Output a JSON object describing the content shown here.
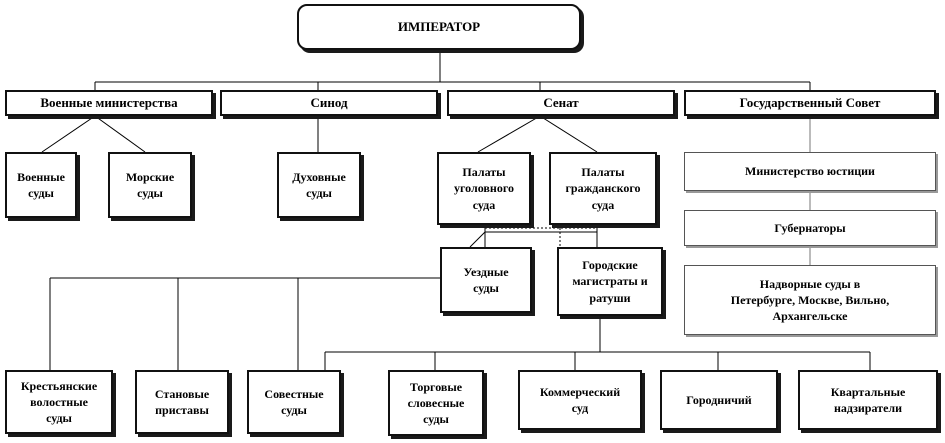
{
  "diagram": {
    "emperor": "ИМПЕРАТОР",
    "military_ministries": "Военные  министерства",
    "synod": "Синод",
    "senate": "Сенат",
    "state_council": "Государственный  Совет",
    "military_courts": "Военные\nсуды",
    "naval_courts": "Морские\nсуды",
    "spiritual_courts": "Духовные\nсуды",
    "criminal_chamber": "Палаты\nуголовного\nсуда",
    "civil_chamber": "Палаты\nгражданского\nсуда",
    "ministry_justice": "Министерство юстиции",
    "governors": "Губернаторы",
    "upper_courts": "Надворные суды в\nПетербурге,  Москве, Вильно,\nАрхангельске",
    "district_courts": "Уездные\nсуды",
    "city_magistrates": "Городские\nмагистраты и\nратуши",
    "peasant_courts": "Крестьянские\nволостные\nсуды",
    "stanovye": "Становые\nприставы",
    "conscience_courts": "Совестные\nсуды",
    "trade_verbal_courts": "Торговые\nсловесные\nсуды",
    "commercial_court": "Коммерческий\nсуд",
    "gorodnichy": "Городничий",
    "quarter_wardens": "Квартальные\nнадзиратели"
  }
}
